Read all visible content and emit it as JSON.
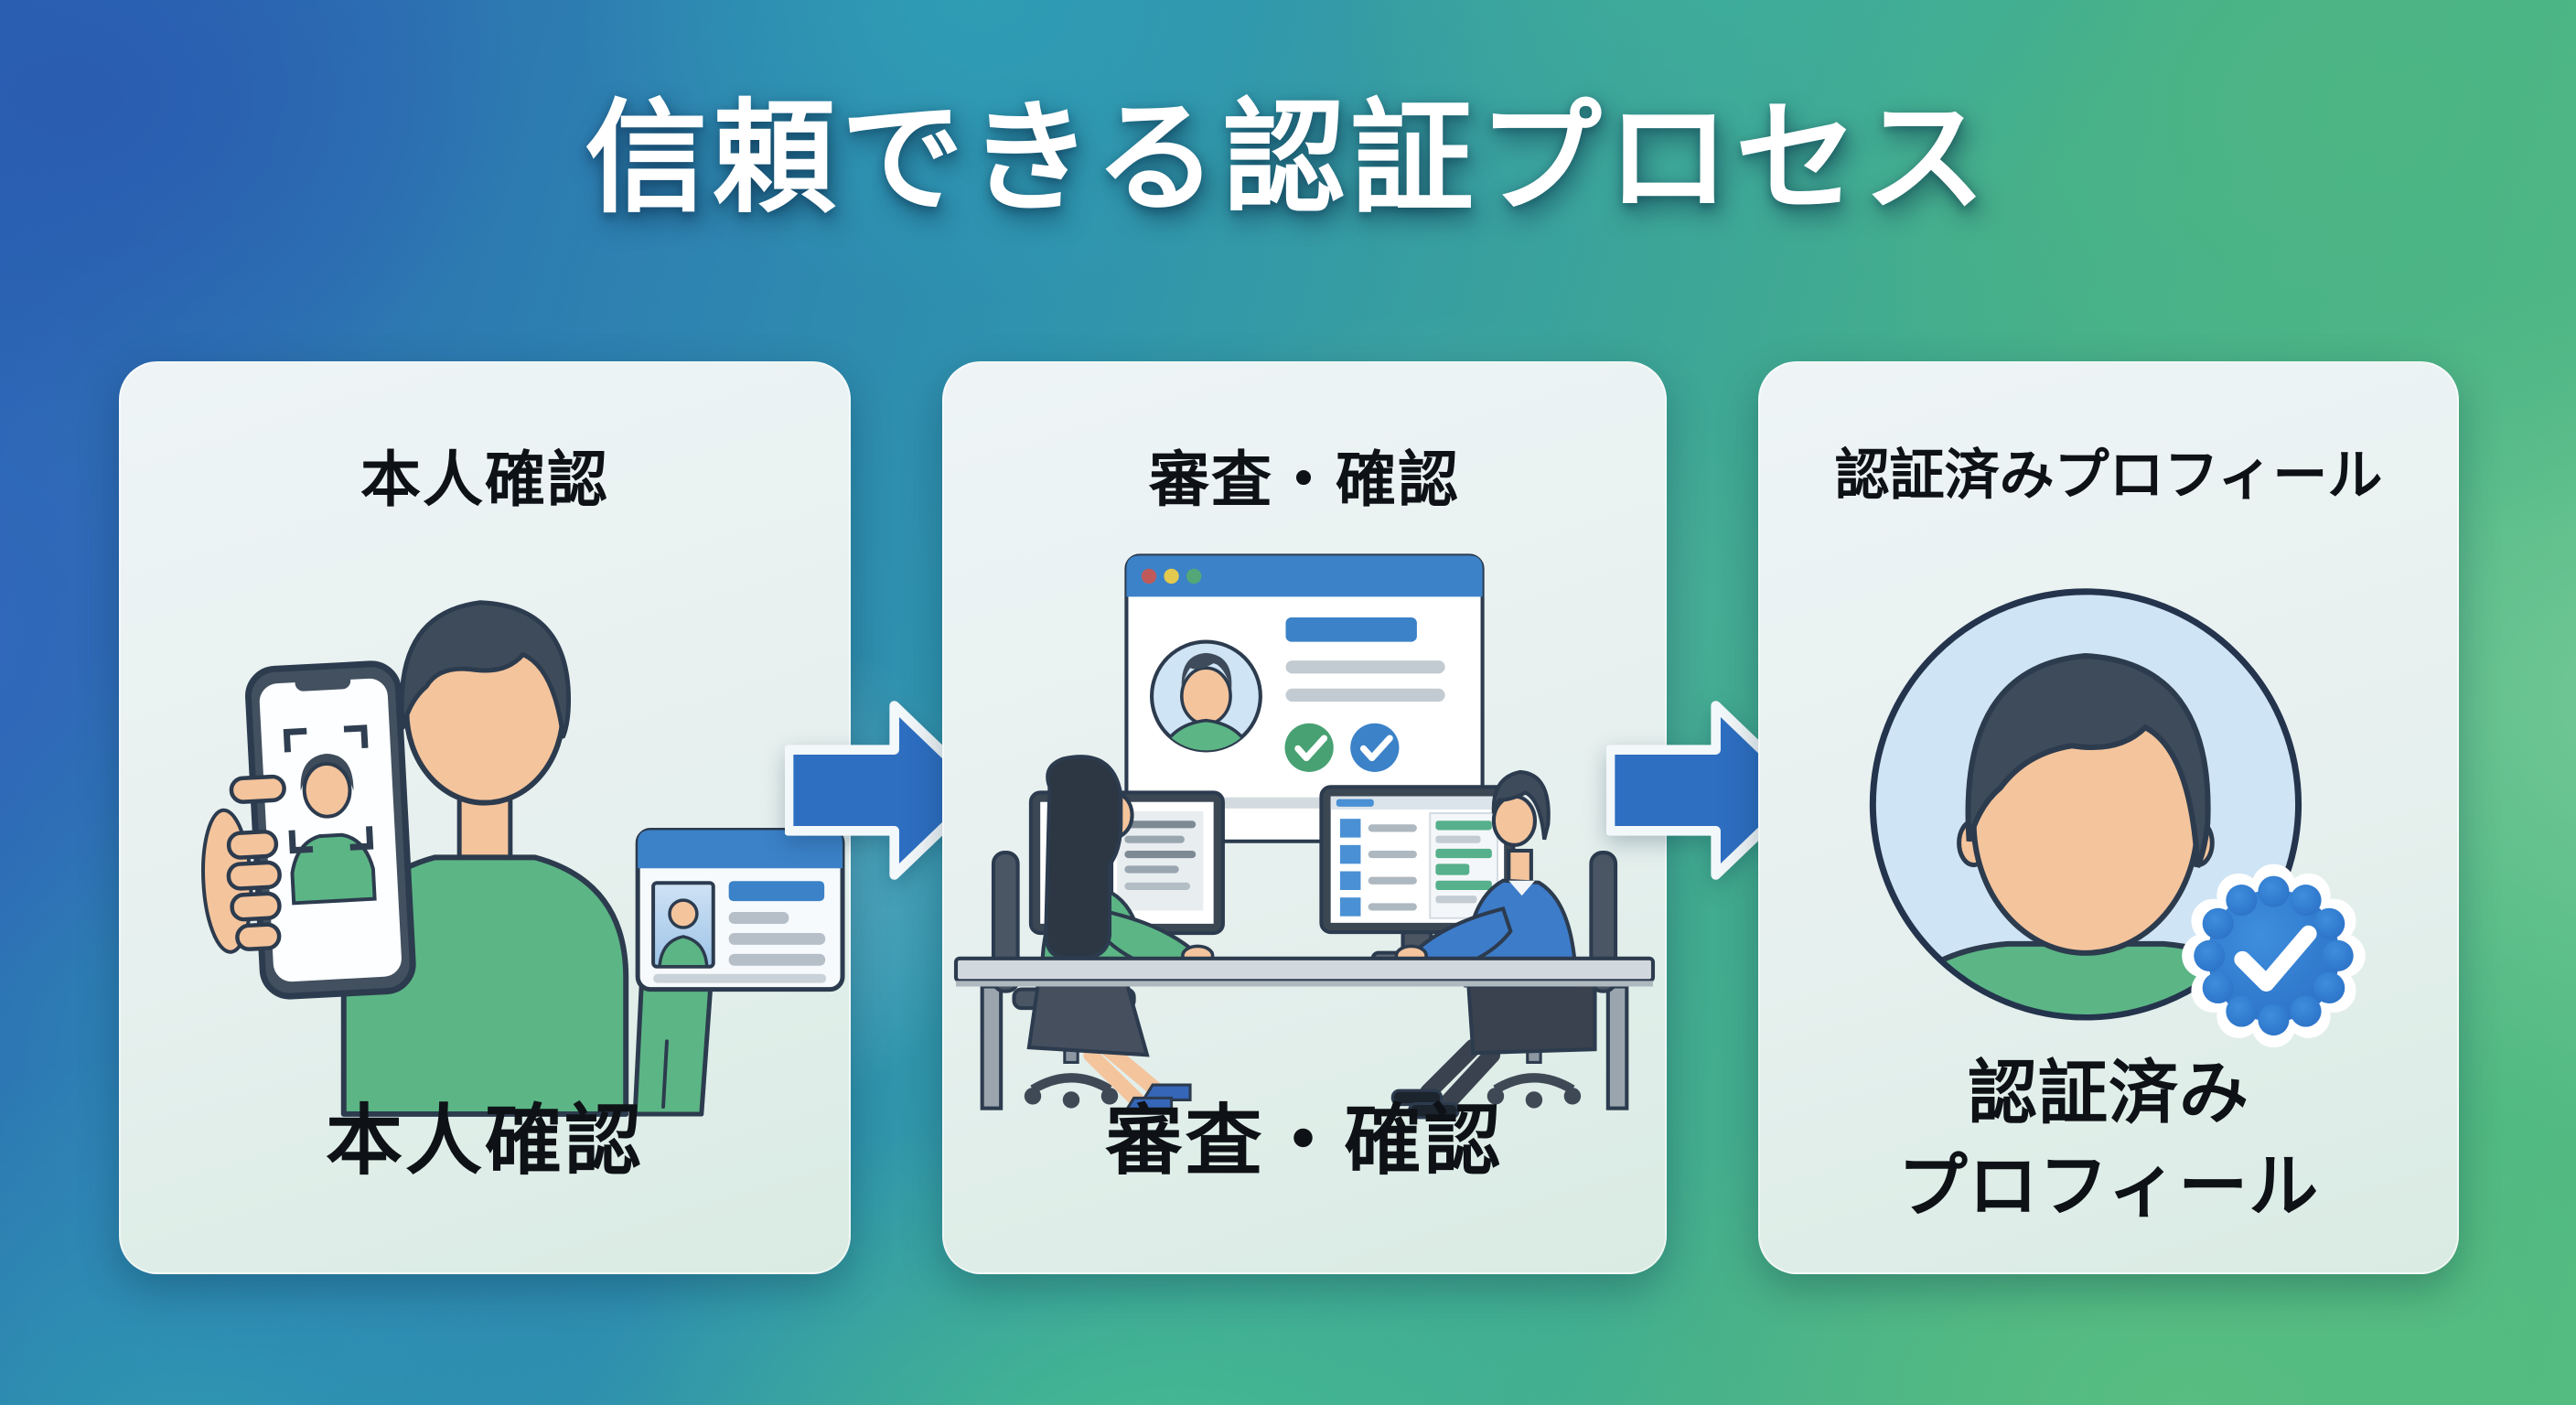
{
  "title": "信頼できる認証プロセス",
  "steps": [
    {
      "id": "identity-verification",
      "label_top": "本人確認",
      "label_bottom": "本人確認",
      "illustration": "person-holding-phone-selfie-and-id-card"
    },
    {
      "id": "review-confirmation",
      "label_top": "審査・確認",
      "label_bottom": "審査・確認",
      "illustration": "two-reviewers-checking-profile-on-monitors"
    },
    {
      "id": "verified-profile",
      "label_top": "認証済みプロフィール",
      "label_bottom_line1": "認証済み",
      "label_bottom_line2": "プロフィール",
      "illustration": "avatar-with-verified-badge"
    }
  ],
  "arrows": [
    {
      "id": "arrow-1",
      "direction": "right"
    },
    {
      "id": "arrow-2",
      "direction": "right"
    }
  ],
  "colors": {
    "title_text": "#ffffff",
    "label_text": "#0e1216",
    "card_background_top": "#eef4f6",
    "card_background_bottom": "#d9ebe3",
    "arrow_fill": "#2e6fc2",
    "arrow_border": "#f3f8fa",
    "background_blue": "#2b63b4",
    "background_teal": "#2f9fae",
    "background_green": "#52bb80",
    "outline_navy": "#2c3b4e",
    "shirt_green": "#5cb585",
    "skin": "#f4c49c",
    "hair": "#3e4b5a",
    "ui_blue": "#3b82c8",
    "check_green": "#48a172",
    "badge_blue": "#2f7bd3"
  }
}
